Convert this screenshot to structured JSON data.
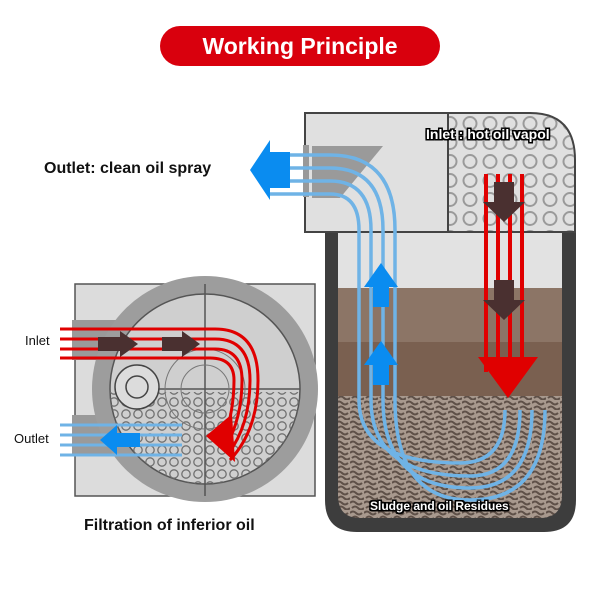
{
  "title": "Working Principle",
  "labels": {
    "outlet_spray": "Outlet: clean oil spray",
    "inlet_hot_vapor": "Inlet : hot oil vapol",
    "sludge": "Sludge and oil Residues",
    "filtration": "Filtration of inferior oil",
    "inlet": "Inlet",
    "outlet": "Outlet"
  },
  "colors": {
    "title_red": "#d9000d",
    "hot_flow_red": "#e00000",
    "clean_flow_blue": "#6fb3e6",
    "arrow_blue": "#0a8cf0",
    "arrow_brown": "#4a3030",
    "housing_dark": "#3d3d3d",
    "housing_light": "#e0e0e0",
    "oil_layer_upper": "#8c7566",
    "oil_layer_lower": "#7a6050",
    "sludge": "#8a7a70"
  }
}
